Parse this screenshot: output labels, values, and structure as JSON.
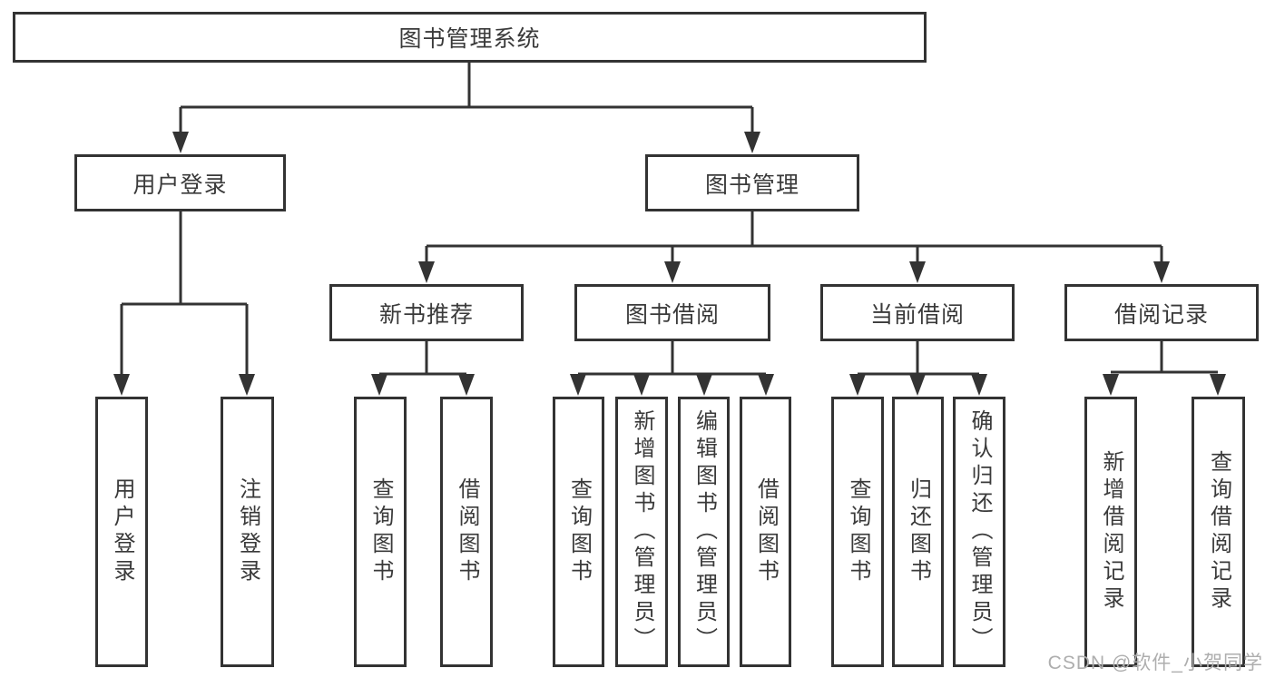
{
  "tree": {
    "label": "图书管理系统",
    "children": [
      {
        "label": "用户登录",
        "children": [
          {
            "label": "用户登录"
          },
          {
            "label": "注销登录"
          }
        ]
      },
      {
        "label": "图书管理",
        "children": [
          {
            "label": "新书推荐",
            "children": [
              {
                "label": "查询图书"
              },
              {
                "label": "借阅图书"
              }
            ]
          },
          {
            "label": "图书借阅",
            "children": [
              {
                "label": "查询图书"
              },
              {
                "label": "新增图书（管理员）"
              },
              {
                "label": "编辑图书（管理员）"
              },
              {
                "label": "借阅图书"
              }
            ]
          },
          {
            "label": "当前借阅",
            "children": [
              {
                "label": "查询图书"
              },
              {
                "label": "归还图书"
              },
              {
                "label": "确认归还（管理员）"
              }
            ]
          },
          {
            "label": "借阅记录",
            "children": [
              {
                "label": "新增借阅记录"
              },
              {
                "label": "查询借阅记录"
              }
            ]
          }
        ]
      }
    ]
  },
  "watermark": {
    "text": "CSDN @软件_小贺同学",
    "color": "#aeaeae"
  },
  "colors": {
    "line": "#333333",
    "box_border": "#333333",
    "box_fill": "#ffffff",
    "text": "#3a3a3a"
  }
}
